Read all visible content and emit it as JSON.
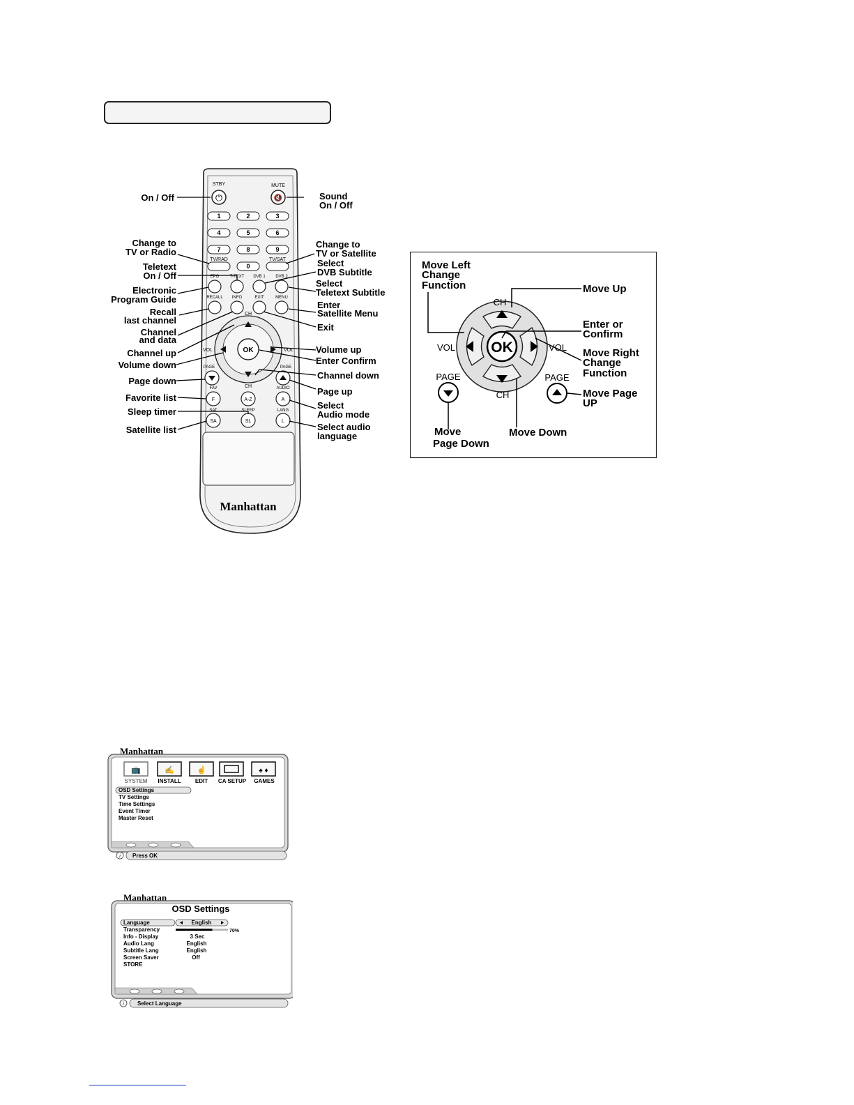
{
  "remote": {
    "brand": "Manhattan",
    "buttons": {
      "stby": "STBY",
      "mute": "MUTE",
      "n1": "1",
      "n2": "2",
      "n3": "3",
      "n4": "4",
      "n5": "5",
      "n6": "6",
      "n7": "7",
      "n8": "8",
      "n9": "9",
      "n0": "0",
      "tvrad": "TV/RAD",
      "tvsat": "TV/SAT",
      "ttext": "T-TEXT",
      "dvb1": "DVB 1",
      "dvb2": "DVB 2",
      "epg": "EPG",
      "recall": "RECALL",
      "info": "INFO",
      "exit": "EXIT",
      "menu": "MENU",
      "ch": "CH",
      "vol": "VOL",
      "ok": "OK",
      "page": "PAGE",
      "fav": "FAV",
      "fav_key": "F",
      "az": "A-Z",
      "audio": "AUDIO",
      "audio_key": "A",
      "sat": "SAT",
      "sat_key": "SA",
      "sleep": "SLEEP",
      "sleep_key": "SL",
      "lang": "LANG",
      "lang_key": "L"
    },
    "labels_left": {
      "on_off": "On / Off",
      "change_tv_radio_1": "Change to",
      "change_tv_radio_2": "TV or Radio",
      "teletext_1": "Teletext",
      "teletext_2": "On / Off",
      "epg_1": "Electronic",
      "epg_2": "Program Guide",
      "recall_1": "Recall",
      "recall_2": "last channel",
      "channel_data_1": "Channel",
      "channel_data_2": "and data",
      "channel_up": "Channel up",
      "volume_down": "Volume down",
      "page_down": "Page down",
      "favorite_list": "Favorite list",
      "sleep_timer": "Sleep timer",
      "satellite_list": "Satellite list"
    },
    "labels_right": {
      "sound_1": "Sound",
      "sound_2": "On / Off",
      "change_tv_sat_1": "Change to",
      "change_tv_sat_2": "TV or Satellite",
      "dvb_sub_1": "Select",
      "dvb_sub_2": "DVB Subtitle",
      "ttx_sub_1": "Select",
      "ttx_sub_2": "Teletext Subtitle",
      "enter_sat_1": "Enter",
      "enter_sat_2": "Satellite Menu",
      "exit": "Exit",
      "volume_up": "Volume up",
      "enter_confirm": "Enter Confirm",
      "channel_down": "Channel down",
      "page_up": "Page up",
      "audio_mode_1": "Select",
      "audio_mode_2": "Audio mode",
      "audio_lang_1": "Select audio",
      "audio_lang_2": "language"
    }
  },
  "navpad": {
    "move_left_1": "Move Left",
    "move_left_2": "Change",
    "move_left_3": "Function",
    "move_up": "Move Up",
    "ch": "CH",
    "vol": "VOL",
    "ok": "OK",
    "enter_1": "Enter or",
    "enter_2": "Confirm",
    "move_right_1": "Move Right",
    "move_right_2": "Change",
    "move_right_3": "Function",
    "page": "PAGE",
    "move_page_up_1": "Move Page",
    "move_page_up_2": "UP",
    "move_page_down_1": "Move",
    "move_page_down_2": "Page Down",
    "move_down": "Move Down"
  },
  "osd_menu": {
    "brand": "Manhattan",
    "tabs": [
      "SYSTEM",
      "INSTALL",
      "EDIT",
      "CA SETUP",
      "GAMES"
    ],
    "items": [
      "OSD Settings",
      "TV Settings",
      "Time Settings",
      "Event Timer",
      "Master Reset"
    ],
    "help": "Press OK"
  },
  "osd_settings": {
    "brand": "Manhattan",
    "title": "OSD Settings",
    "rows": [
      {
        "label": "Language",
        "value": "English"
      },
      {
        "label": "Transparency",
        "value": "70%"
      },
      {
        "label": "Info - Display",
        "value": "3 Sec"
      },
      {
        "label": "Audio Lang",
        "value": "English"
      },
      {
        "label": "Subtitle Lang",
        "value": "English"
      },
      {
        "label": "Screen Saver",
        "value": "Off"
      },
      {
        "label": "STORE",
        "value": ""
      }
    ],
    "transparency": 0.7,
    "help": "Select Language"
  }
}
